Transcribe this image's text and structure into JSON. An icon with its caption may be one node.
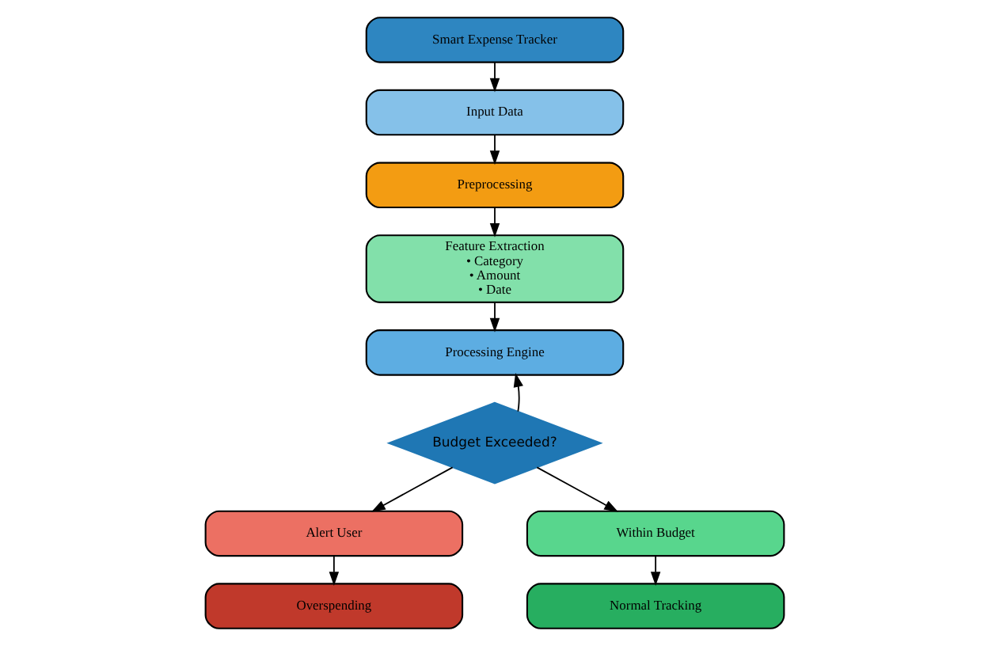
{
  "diagram": {
    "nodes": [
      {
        "text": [
          "Smart Expense Tracker"
        ]
      },
      {
        "text": [
          "Input Data"
        ]
      },
      {
        "text": [
          "Preprocessing"
        ]
      },
      {
        "text": [
          "Feature Extraction",
          "• Category",
          "• Amount",
          "• Date"
        ]
      },
      {
        "text": [
          "Processing Engine"
        ]
      },
      {
        "text": [
          "Budget Exceeded?"
        ]
      },
      {
        "text": [
          "Alert User"
        ]
      },
      {
        "text": [
          "Overspending"
        ]
      },
      {
        "text": [
          "Within Budget"
        ]
      },
      {
        "text": [
          "Normal Tracking"
        ]
      }
    ],
    "edges": [
      {
        "from": 0,
        "to": 1,
        "arrow": "to"
      },
      {
        "from": 1,
        "to": 2,
        "arrow": "to"
      },
      {
        "from": 2,
        "to": 3,
        "arrow": "to"
      },
      {
        "from": 3,
        "to": 4,
        "arrow": "to"
      },
      {
        "from": 5,
        "to": 4,
        "arrow": "to"
      },
      {
        "from": 5,
        "to": 6,
        "arrow": "to"
      },
      {
        "from": 5,
        "to": 8,
        "arrow": "to"
      },
      {
        "from": 6,
        "to": 7,
        "arrow": "to"
      },
      {
        "from": 8,
        "to": 9,
        "arrow": "to"
      }
    ]
  }
}
